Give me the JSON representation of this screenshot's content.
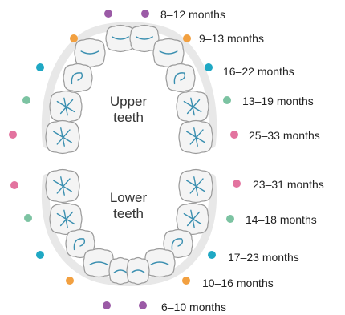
{
  "colors": {
    "purple": "#9b5aa6",
    "orange": "#f2a040",
    "blue": "#1fa8c4",
    "green": "#7cc3a2",
    "pink": "#e3739f",
    "tooth_fill": "#f4f4f4",
    "tooth_stroke": "#9a9a9a",
    "tooth_mark": "#3a8fb0"
  },
  "jaw_labels": {
    "upper": "Upper teeth",
    "lower": "Lower teeth"
  },
  "eruption": [
    {
      "jaw": "upper",
      "group": "central-incisors",
      "color": "purple",
      "label": "8–12 months"
    },
    {
      "jaw": "upper",
      "group": "lateral-incisors",
      "color": "orange",
      "label": "9–13 months"
    },
    {
      "jaw": "upper",
      "group": "canines",
      "color": "blue",
      "label": "16–22 months"
    },
    {
      "jaw": "upper",
      "group": "first-molars",
      "color": "green",
      "label": "13–19 months"
    },
    {
      "jaw": "upper",
      "group": "second-molars",
      "color": "pink",
      "label": "25–33 months"
    },
    {
      "jaw": "lower",
      "group": "second-molars",
      "color": "pink",
      "label": "23–31 months"
    },
    {
      "jaw": "lower",
      "group": "first-molars",
      "color": "green",
      "label": "14–18 months"
    },
    {
      "jaw": "lower",
      "group": "canines",
      "color": "blue",
      "label": "17–23 months"
    },
    {
      "jaw": "lower",
      "group": "lateral-incisors",
      "color": "orange",
      "label": "10–16 months"
    },
    {
      "jaw": "lower",
      "group": "central-incisors",
      "color": "purple",
      "label": "6–10 months"
    }
  ]
}
